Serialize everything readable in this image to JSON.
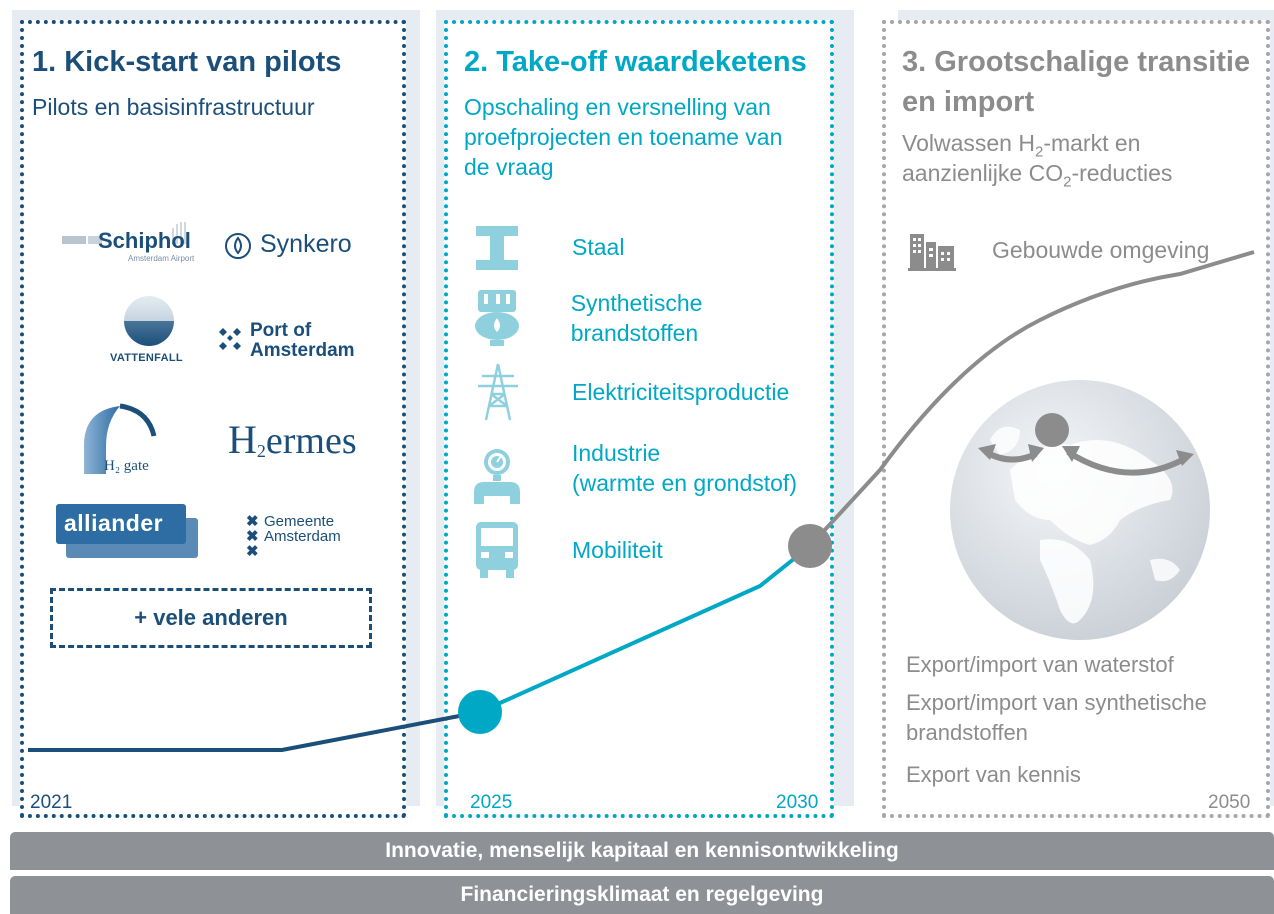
{
  "phases": [
    {
      "title": "1. Kick-start van pilots",
      "subtitle": "Pilots en basisinfrastructuur",
      "year_start": "2021"
    },
    {
      "title": "2. Take-off waardeketens",
      "subtitle": "Opschaling en versnelling van proefprojecten en toename van de vraag",
      "year_start": "2025",
      "year_end": "2030"
    },
    {
      "title_line1": "3. Grootschalige transitie",
      "title_line2": "en import",
      "sub_line1_pre": "Volwassen H",
      "sub_line1_sub": "2",
      "sub_line1_post": "-markt en",
      "sub_line2_pre": "aanzienlijke CO",
      "sub_line2_sub": "2",
      "sub_line2_post": "-reducties",
      "year_end": "2050"
    }
  ],
  "partners": {
    "schiphol": "Schiphol",
    "schiphol_sub": "Amsterdam Airport",
    "synkero": "Synkero",
    "vattenfall": "VATTENFALL",
    "port_line1": "Port of",
    "port_line2": "Amsterdam",
    "h2gate": "H₂ gate",
    "hermes_h": "H",
    "hermes_sub": "2",
    "hermes_rest": "ermes",
    "alliander": "alliander",
    "gemeente_line1": "Gemeente",
    "gemeente_line2": "Amsterdam",
    "more": "+ vele anderen"
  },
  "sectors": [
    {
      "label": "Staal",
      "icon": "steel-beam-icon"
    },
    {
      "label": "Synthetische brandstoffen",
      "icon": "fuel-tank-icon"
    },
    {
      "label": "Elektriciteitsproductie",
      "icon": "power-pylon-icon"
    },
    {
      "label_line1": "Industrie",
      "label_line2": "(warmte en grondstof)",
      "icon": "industry-gauge-icon"
    },
    {
      "label": "Mobiliteit",
      "icon": "truck-icon"
    }
  ],
  "built_env": {
    "label": "Gebouwde omgeving",
    "icon": "buildings-icon"
  },
  "trade": [
    "Export/import van waterstof",
    "Export/import van synthetische",
    "brandstoffen",
    "Export van kennis"
  ],
  "bars": [
    "Innovatie, menselijk kapitaal en kennisontwikkeling",
    "Financieringsklimaat en regelgeving"
  ],
  "colors": {
    "phase1": "#1b4f7a",
    "phase2": "#00a8c6",
    "phase3": "#a6a6a6",
    "bar": "#8e9297"
  }
}
